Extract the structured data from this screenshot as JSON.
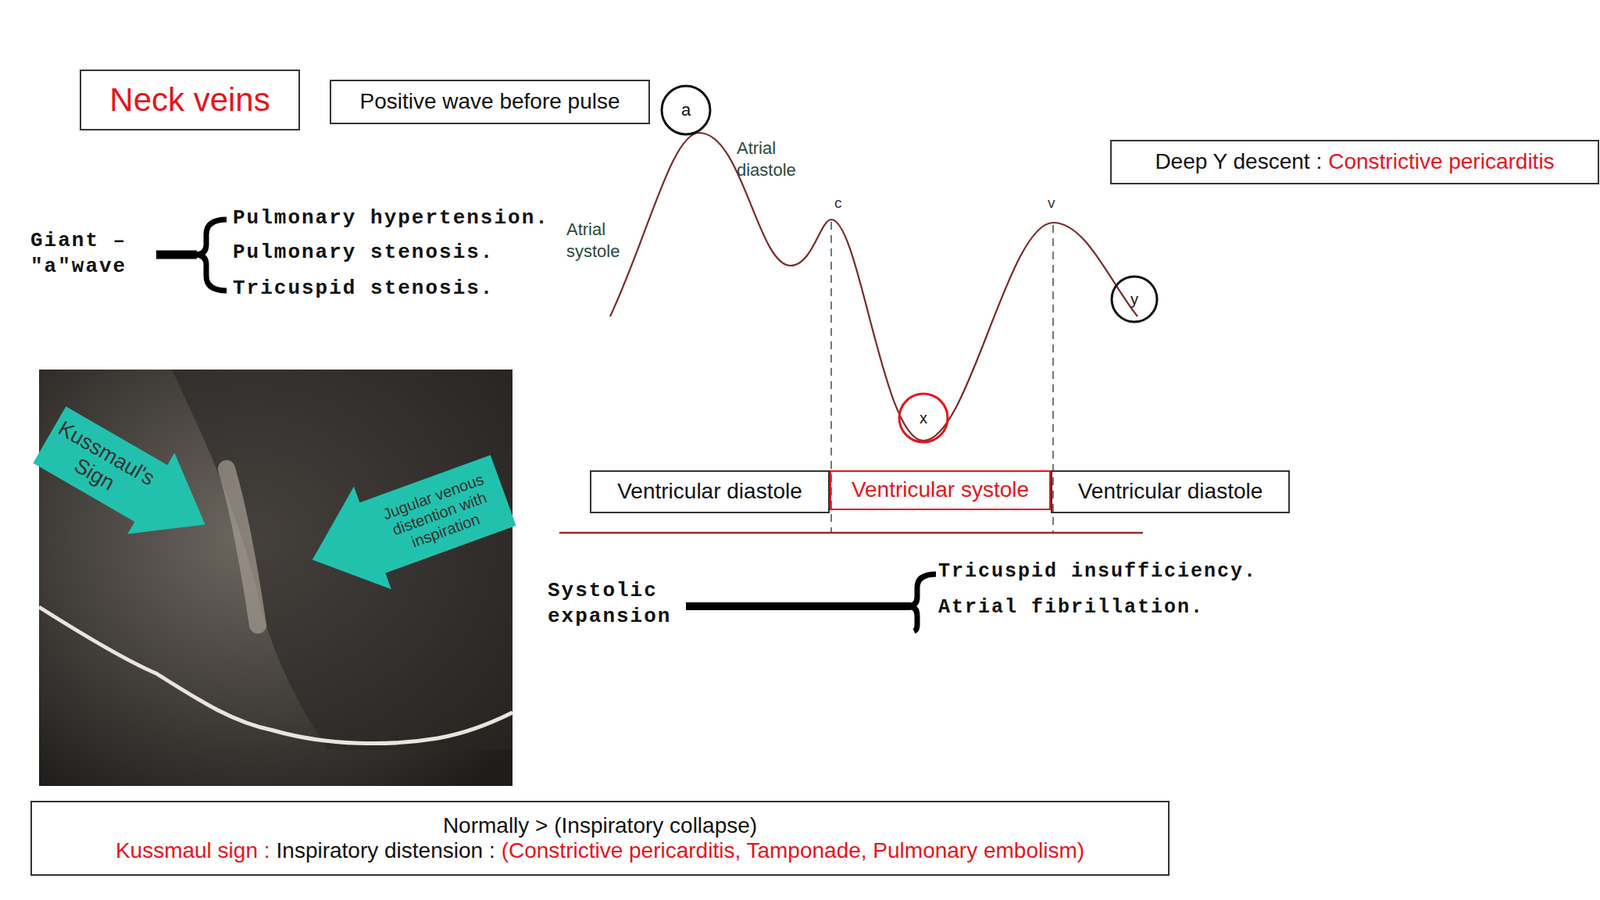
{
  "diagram": {
    "nodes": [
      {
        "text": [
          "Neck veins"
        ]
      },
      {
        "text": [
          "Positive wave before pulse"
        ]
      },
      {
        "text": [
          "a"
        ]
      },
      {
        "text": [
          "Deep Y descent :",
          "Constrictive pericarditis"
        ]
      },
      {
        "text": [
          "y"
        ]
      },
      {
        "text": [
          "x"
        ]
      },
      {
        "text": [
          "Ventricular diastole"
        ]
      },
      {
        "text": [
          "Ventricular systole"
        ]
      },
      {
        "text": [
          "Ventricular diastole"
        ]
      },
      {
        "text": [
          "Kussmaul's Sign"
        ]
      },
      {
        "text": [
          "Jugular venous distention with inspiration"
        ]
      },
      {
        "text": [
          "Normally > (Inspiratory collapse)",
          "Kussmaul sign :",
          "Inspiratory distension :",
          "(Constrictive pericarditis, Tamponade, Pulmonary embolism)"
        ]
      }
    ],
    "labels": [
      "Giant – \"a\"wave",
      "Pulmonary hypertension.",
      "Pulmonary stenosis.",
      "Tricuspid stenosis.",
      "Atrial diastole",
      "Atrial systole",
      "c",
      "v",
      "Systolic expansion",
      "Tricuspid insufficiency.",
      "Atrial fibrillation."
    ]
  }
}
